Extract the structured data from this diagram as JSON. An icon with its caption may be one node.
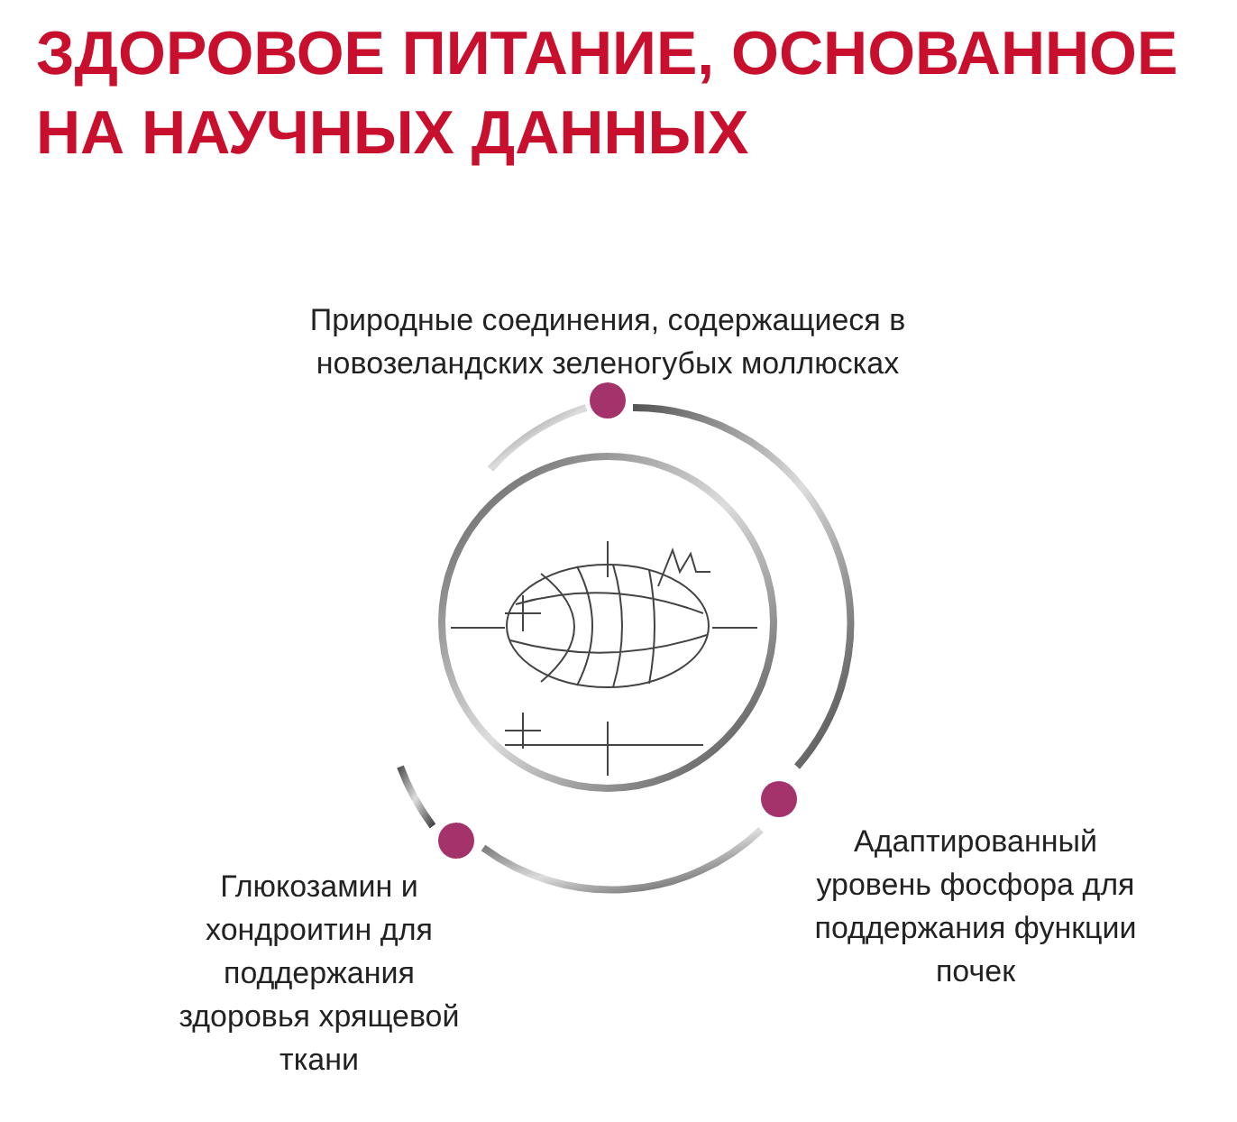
{
  "diagram": {
    "title": "ЗДОРОВОЕ ПИТАНИЕ, ОСНОВАННОЕ НА НАУЧНЫХ ДАННЫХ",
    "labels": [
      "Природные соединения, содержащиеся в новозеландских зеленогубых моллюсках",
      "Глюкозамин и хондроитин для поддержания здоровья хрящевой ткани",
      "Адаптированный уровень фосфора для поддержания функции почек"
    ]
  }
}
